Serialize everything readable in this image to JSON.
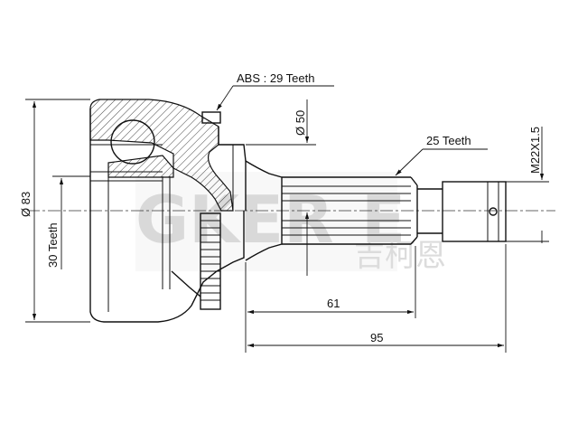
{
  "watermark": {
    "brand": "GKER",
    "brand_cn": "吉柯恩"
  },
  "annotations": {
    "abs_teeth": "ABS : 29 Teeth",
    "spline_teeth": "25 Teeth",
    "thread": "M22X1.5",
    "shaft_diameter": "Ø 50",
    "outer_diameter": "Ø 83",
    "inner_teeth": "30 Teeth",
    "length_61": "61",
    "length_95": "95"
  }
}
